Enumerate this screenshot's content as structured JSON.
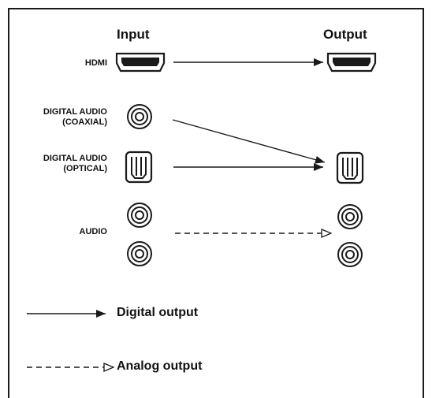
{
  "headers": {
    "input": "Input",
    "output": "Output"
  },
  "rows": {
    "hdmi": "HDMI",
    "coaxial_line1": "DIGITAL AUDIO",
    "coaxial_line2": "(COAXIAL)",
    "optical_line1": "DIGITAL AUDIO",
    "optical_line2": "(OPTICAL)",
    "audio": "AUDIO"
  },
  "legend": {
    "digital": "Digital output",
    "analog": "Analog output"
  },
  "icons": {
    "hdmi_port": "hdmi-port-icon",
    "coaxial_jack": "coaxial-jack-icon",
    "optical_port": "optical-port-icon",
    "rca_jack": "rca-jack-icon"
  },
  "colors": {
    "line": "#1a1a1a",
    "background": "#ffffff"
  }
}
